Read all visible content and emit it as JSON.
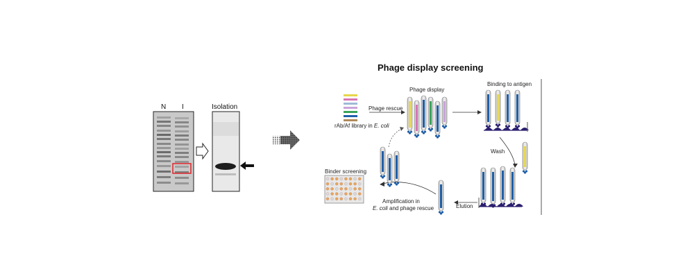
{
  "gel": {
    "lane_n": "N",
    "lane_i": "I",
    "isolation_label": "Isolation"
  },
  "diagram": {
    "title": "Phage display screening",
    "library_label_prefix": "rAb/Af library in ",
    "library_label_italic": "E. coli",
    "phage_rescue": "Phage rescue",
    "phage_display": "Phage display",
    "binding_to_antigen": "Binding to antigen",
    "wash": "Wash",
    "elution": "Elution",
    "amplification_line1": "Amplification in",
    "amplification_line2_italic": "E. coli",
    "amplification_line2_rest": " and phage rescue",
    "binder_screening": "Binder screening"
  },
  "colors": {
    "highlight_box": "#e0252a",
    "phage_blue": "#1f5fa8",
    "phage_yellow": "#e8d64a",
    "phage_pink": "#d774b4",
    "phage_green": "#3aa35a",
    "antigen_purple": "#2a1f6e",
    "plate_orange": "#e7a65b"
  }
}
